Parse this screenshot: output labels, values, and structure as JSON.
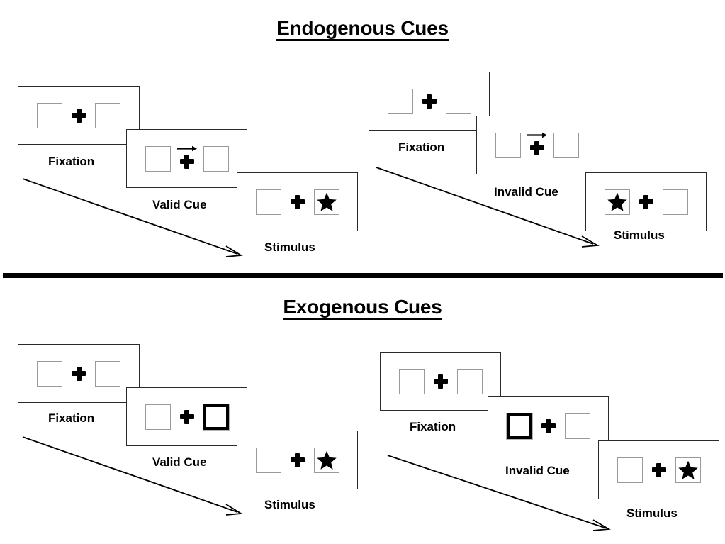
{
  "sections": [
    {
      "id": "endogenous",
      "title": "Endogenous Cues",
      "panels": [
        {
          "id": "endogenous-valid",
          "stages": [
            {
              "label": "Fixation",
              "cue": "none",
              "left_content": "empty",
              "right_content": "empty"
            },
            {
              "label": "Valid Cue",
              "cue": "arrow-right",
              "left_content": "empty",
              "right_content": "empty"
            },
            {
              "label": "Stimulus",
              "cue": "none",
              "left_content": "empty",
              "right_content": "star"
            }
          ]
        },
        {
          "id": "endogenous-invalid",
          "stages": [
            {
              "label": "Fixation",
              "cue": "none",
              "left_content": "empty",
              "right_content": "empty"
            },
            {
              "label": "Invalid Cue",
              "cue": "arrow-right",
              "left_content": "empty",
              "right_content": "empty"
            },
            {
              "label": "Stimulus",
              "cue": "none",
              "left_content": "star",
              "right_content": "empty"
            }
          ]
        }
      ]
    },
    {
      "id": "exogenous",
      "title": "Exogenous Cues",
      "panels": [
        {
          "id": "exogenous-valid",
          "stages": [
            {
              "label": "Fixation",
              "cue": "none",
              "left_content": "empty",
              "right_content": "empty"
            },
            {
              "label": "Valid Cue",
              "cue": "box-flash-right",
              "left_content": "empty",
              "right_content": "empty"
            },
            {
              "label": "Stimulus",
              "cue": "none",
              "left_content": "empty",
              "right_content": "star"
            }
          ]
        },
        {
          "id": "exogenous-invalid",
          "stages": [
            {
              "label": "Fixation",
              "cue": "none",
              "left_content": "empty",
              "right_content": "empty"
            },
            {
              "label": "Invalid Cue",
              "cue": "box-flash-left",
              "left_content": "empty",
              "right_content": "empty"
            },
            {
              "label": "Stimulus",
              "cue": "none",
              "left_content": "empty",
              "right_content": "star"
            }
          ]
        }
      ]
    }
  ],
  "labels": {
    "fixation": "Fixation",
    "valid_cue": "Valid Cue",
    "invalid_cue": "Invalid Cue",
    "stimulus": "Stimulus"
  },
  "icons": {
    "fixation_cross": "plus-cross-icon",
    "target_star": "star-icon",
    "cue_arrow": "arrow-right-icon",
    "flow_arrow": "time-flow-arrow-icon"
  },
  "colors": {
    "frame_border": "#2b2b2b",
    "box_border": "#9a9a9a",
    "cued_box_border": "#000000",
    "ink": "#000000",
    "background": "#ffffff",
    "divider": "#000000"
  }
}
